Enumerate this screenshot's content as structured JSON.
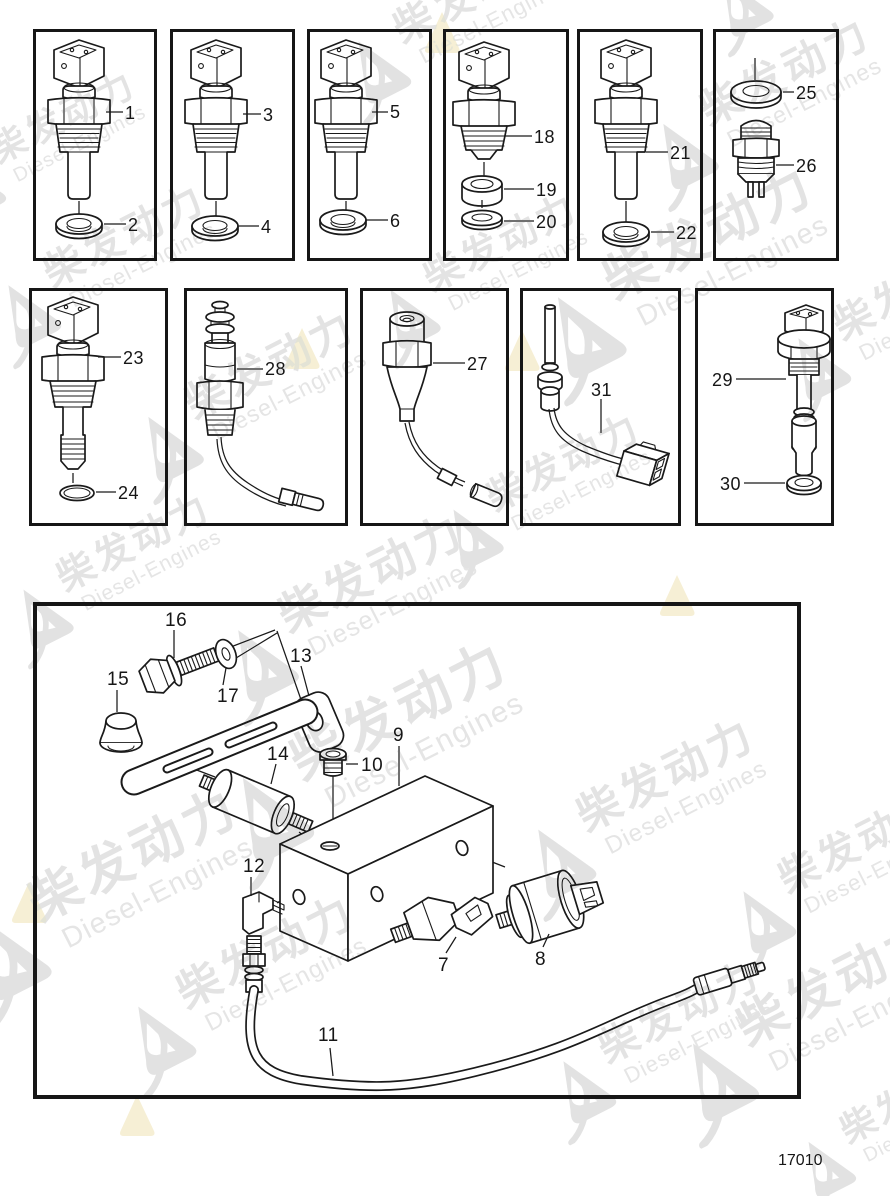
{
  "figure": {
    "number": "17010"
  },
  "watermark": {
    "cn": "柴发动力",
    "en": "Diesel-Engines"
  },
  "panels": {
    "p1": {
      "labels": [
        "1",
        "2"
      ]
    },
    "p2": {
      "labels": [
        "3",
        "4"
      ]
    },
    "p3": {
      "labels": [
        "5",
        "6"
      ]
    },
    "p4": {
      "labels": [
        "18",
        "19",
        "20"
      ]
    },
    "p5": {
      "labels": [
        "21",
        "22"
      ]
    },
    "p6": {
      "labels": [
        "25",
        "26"
      ]
    },
    "p7": {
      "labels": [
        "23",
        "24"
      ]
    },
    "p8": {
      "labels": [
        "28"
      ]
    },
    "p9": {
      "labels": [
        "27"
      ]
    },
    "p10": {
      "labels": [
        "31"
      ]
    },
    "p11": {
      "labels": [
        "29",
        "30"
      ]
    },
    "assembly": {
      "labels": [
        "16",
        "17",
        "15",
        "13",
        "14",
        "10",
        "9",
        "12",
        "7",
        "8",
        "11"
      ]
    }
  }
}
